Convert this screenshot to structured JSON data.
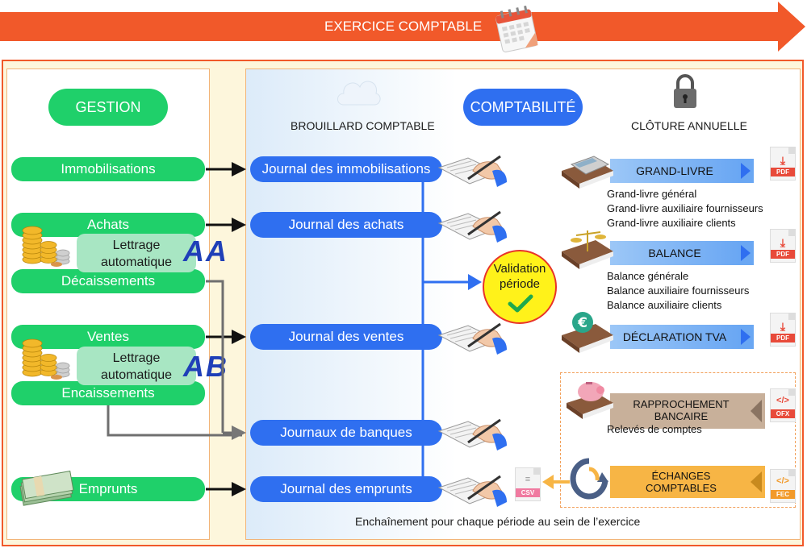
{
  "header": {
    "title": "EXERCICE COMPTABLE"
  },
  "gestion": {
    "title": "GESTION",
    "immobilisations": "Immobilisations",
    "achats": "Achats",
    "decaissements": "Décaissements",
    "ventes": "Ventes",
    "encaissements": "Encaissements",
    "emprunts": "Emprunts",
    "lettrage_line1": "Lettrage",
    "lettrage_line2": "automatique",
    "badge_aa_1": "A",
    "badge_aa_2": "A",
    "badge_ab_1": "A",
    "badge_ab_2": "B"
  },
  "brouillard": {
    "title": "BROUILLARD COMPTABLE",
    "journaux": [
      "Journal des immobilisations",
      "Journal des achats",
      "Journal des ventes",
      "Journaux de banques",
      "Journal des emprunts"
    ],
    "footer": "Enchaînement pour chaque période au sein de l’exercice"
  },
  "comptabilite": {
    "title": "COMPTABILITÉ",
    "validation_line1": "Validation",
    "validation_line2": "période",
    "cloture_title": "CLÔTURE ANNUELLE",
    "grand_livre": {
      "label": "GRAND-LIVRE",
      "details": [
        "Grand-livre général",
        "Grand-livre auxiliaire fournisseurs",
        "Grand-livre auxiliaire clients"
      ]
    },
    "balance": {
      "label": "BALANCE",
      "details": [
        "Balance générale",
        "Balance auxiliaire fournisseurs",
        "Balance auxiliaire clients"
      ]
    },
    "declaration_tva": {
      "label": "DÉCLARATION TVA"
    },
    "rapprochement": {
      "line1": "RAPPROCHEMENT",
      "line2": "BANCAIRE",
      "detail": "Relevés de comptes"
    },
    "echanges": {
      "line1": "ÉCHANGES",
      "line2": "COMPTABLES"
    }
  },
  "files": {
    "pdf": "PDF",
    "ofx": "OFX",
    "fec": "FEC",
    "csv": "CSV"
  },
  "colors": {
    "header_arrow": "#f1592a",
    "frame": "#f1592a",
    "gestion_green": "#1fd06a",
    "journal_blue": "#2f6ff0",
    "validation_yellow": "#fff21a",
    "validation_border": "#e8332a",
    "check_green": "#1fa94d",
    "pdf_red": "#e84a3a"
  }
}
